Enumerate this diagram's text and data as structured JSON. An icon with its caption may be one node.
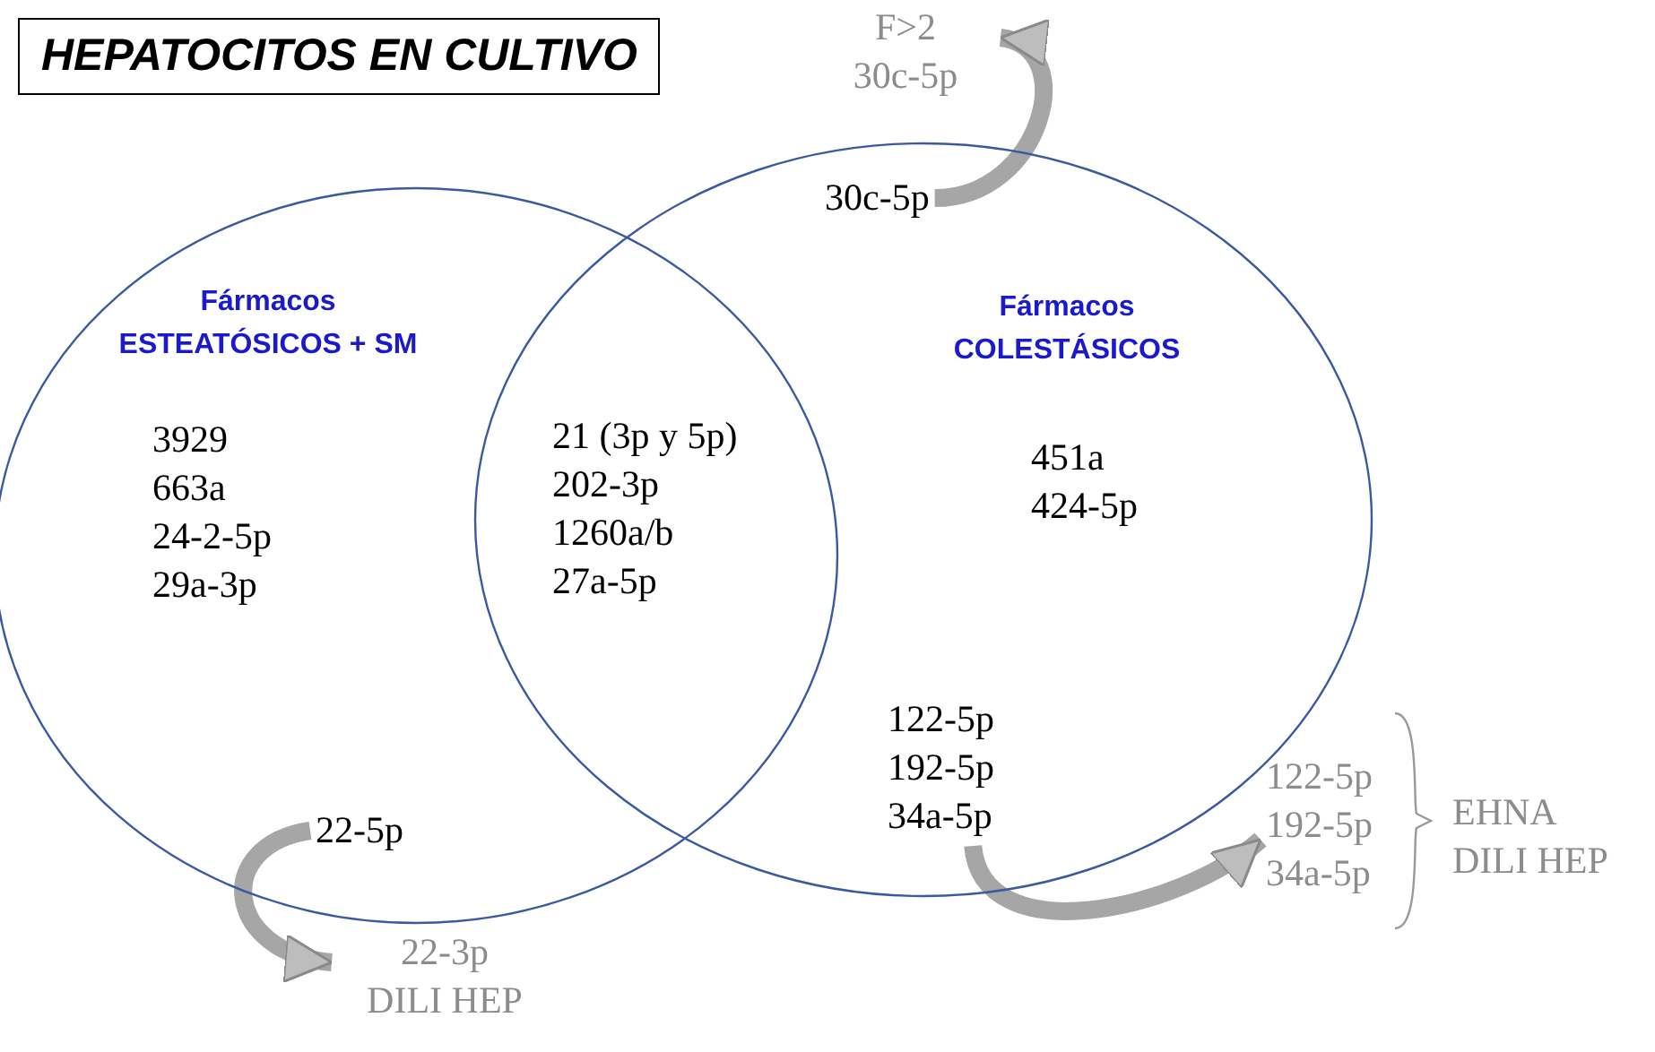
{
  "diagram": {
    "title": "HEPATOCITOS EN CULTIVO",
    "nodes": [
      {
        "text": [
          "Fármacos ESTEATÓSICOS + SM",
          "3929",
          "663a",
          "24-2-5p",
          "29a-3p"
        ]
      },
      {
        "text": [
          "Fármacos COLESTÁSICOS",
          "451a",
          "424-5p"
        ]
      },
      {
        "text": [
          "21 (3p y 5p)",
          "202-3p",
          "1260a/b",
          "27a-5p"
        ]
      },
      {
        "text": [
          "30c-5p"
        ],
        "in": 1
      },
      {
        "text": [
          "F>2",
          "30c-5p"
        ]
      },
      {
        "text": [
          "22-5p"
        ],
        "in": 0
      },
      {
        "text": [
          "22-3p",
          "DILI HEP"
        ]
      },
      {
        "text": [
          "122-5p",
          "192-5p",
          "34a-5p"
        ],
        "in": 1
      },
      {
        "text": [
          "122-5p",
          "192-5p",
          "34a-5p"
        ],
        "beside": [
          "EHNA",
          "DILI HEP"
        ]
      }
    ],
    "edges": [
      {
        "from": 3,
        "to": 4,
        "arrow": "to"
      },
      {
        "from": 5,
        "to": 6,
        "arrow": "to"
      },
      {
        "from": 7,
        "to": 8,
        "arrow": "to"
      }
    ]
  }
}
